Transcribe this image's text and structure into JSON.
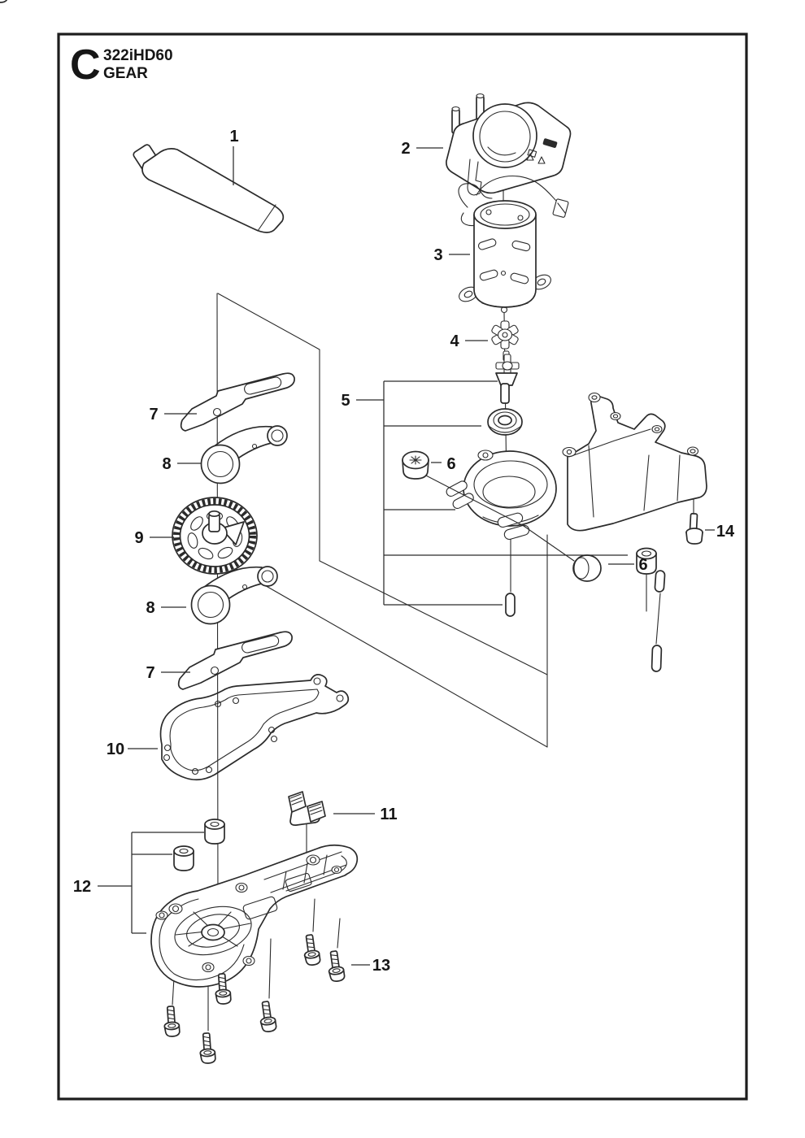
{
  "title_block": {
    "section_letter": "C",
    "model": "322iHD60",
    "assembly": "GEAR"
  },
  "colors": {
    "ink": "#2b2b2b",
    "background": "#ffffff"
  },
  "callouts": {
    "c1": "1",
    "c2": "2",
    "c3": "3",
    "c4": "4",
    "c5": "5",
    "c6_upper": "6",
    "c6_lower": "6",
    "c7_upper": "7",
    "c7_lower": "7",
    "c8_upper": "8",
    "c8_lower": "8",
    "c9": "9",
    "c10": "10",
    "c11": "11",
    "c12": "12",
    "c13": "13",
    "c14": "14"
  }
}
